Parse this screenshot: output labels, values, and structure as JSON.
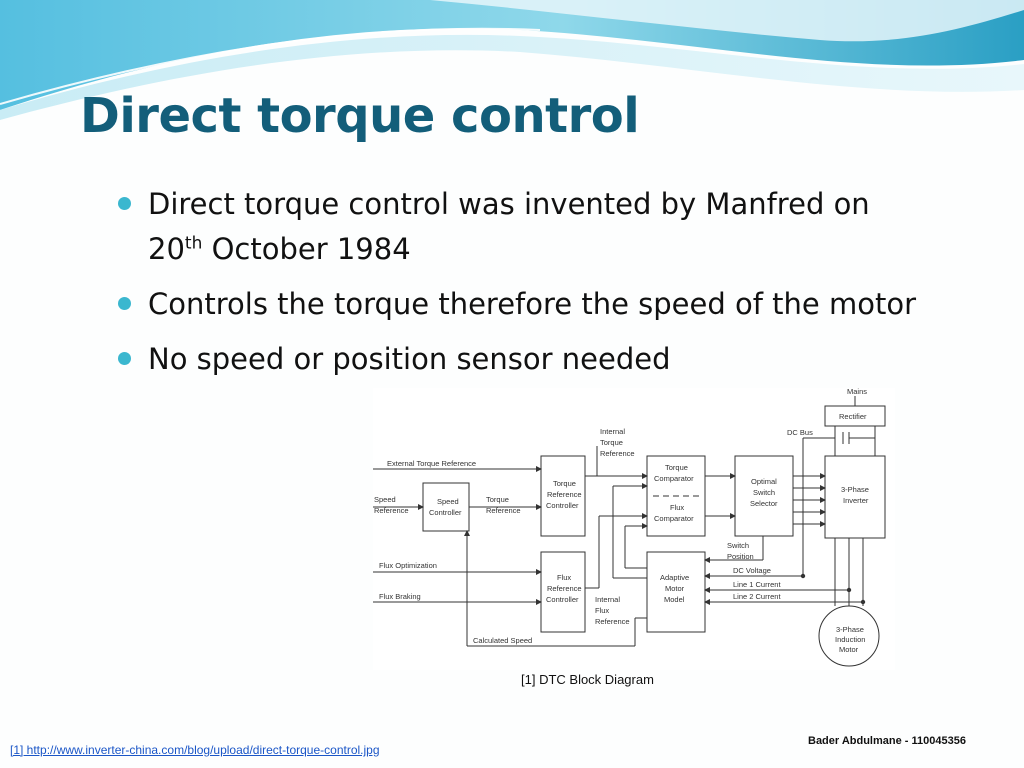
{
  "slide": {
    "title": "Direct torque control",
    "bullets": [
      {
        "before_sup": "Direct torque control was invented by Manfred on",
        "line2_prefix": "20",
        "sup": "th",
        "line2_suffix": " October 1984"
      },
      {
        "text": "Controls the torque therefore the speed of the motor"
      },
      {
        "text": "No speed or position sensor needed"
      }
    ],
    "caption": "[1] DTC Block Diagram",
    "author": "Bader Abdulmane - 110045356",
    "source_link": "[1] http://www.inverter-china.com/blog/upload/direct-torque-control.jpg"
  },
  "diagram": {
    "labels": {
      "mains": "Mains",
      "rectifier": "Rectifier",
      "dc_bus": "DC Bus",
      "internal_torque_ref": [
        "Internal",
        "Torque",
        "Reference"
      ],
      "external_torque_ref": "External Torque Reference",
      "speed_ref": [
        "Speed",
        "Reference"
      ],
      "speed_controller": [
        "Speed",
        "Controller"
      ],
      "torque_ref": [
        "Torque",
        "Reference"
      ],
      "torque_ref_controller": [
        "Torque",
        "Reference",
        "Controller"
      ],
      "torque_comparator": [
        "Torque",
        "Comparator"
      ],
      "flux_comparator": [
        "Flux",
        "Comparator"
      ],
      "optimal_switch_selector": [
        "Optimal",
        "Switch",
        "Selector"
      ],
      "inverter": [
        "3-Phase",
        "Inverter"
      ],
      "switch_position": [
        "Switch",
        "Position"
      ],
      "dc_voltage": "DC Voltage",
      "line1_current": "Line 1 Current",
      "line2_current": "Line 2 Current",
      "flux_optimization": "Flux Optimization",
      "flux_braking": "Flux Braking",
      "flux_ref_controller": [
        "Flux",
        "Reference",
        "Controller"
      ],
      "internal_flux_ref": [
        "Internal",
        "Flux",
        "Reference"
      ],
      "adaptive_motor_model": [
        "Adaptive",
        "Motor",
        "Model"
      ],
      "calculated_speed": "Calculated Speed",
      "motor": [
        "3-Phase",
        "Induction",
        "Motor"
      ]
    }
  }
}
